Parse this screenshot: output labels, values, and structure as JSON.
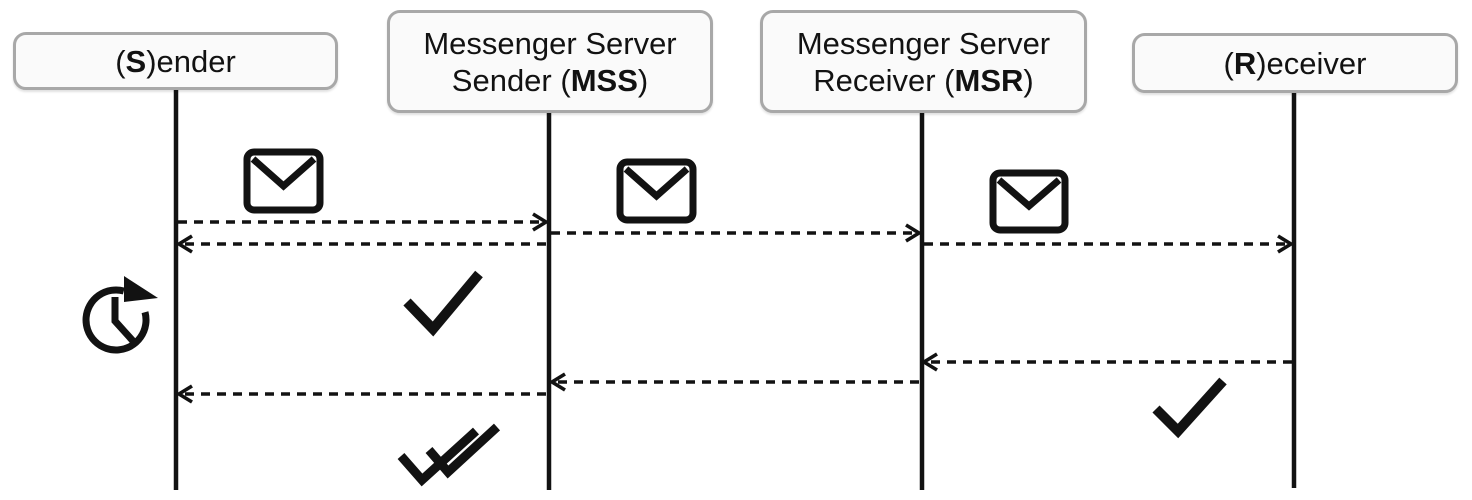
{
  "diagram": {
    "type": "sequence-diagram",
    "background": "#ffffff"
  },
  "actors": [
    {
      "id": "sender",
      "pre": "(",
      "bold": "S",
      "post": ")ender"
    },
    {
      "id": "mss",
      "line1": "Messenger Server",
      "line2_pre": "Sender (",
      "line2_bold": "MSS",
      "line2_post": ")"
    },
    {
      "id": "msr",
      "line1": "Messenger Server",
      "line2_pre": "Receiver (",
      "line2_bold": "MSR",
      "line2_post": ")"
    },
    {
      "id": "receiver",
      "pre": "(",
      "bold": "R",
      "post": ")eceiver"
    }
  ],
  "messages": [
    {
      "from": "sender",
      "to": "mss",
      "style": "dashed",
      "icon": "envelope-icon"
    },
    {
      "from": "mss",
      "to": "sender",
      "style": "dashed",
      "icon": ""
    },
    {
      "from": "mss",
      "to": "msr",
      "style": "dashed",
      "icon": "envelope-icon"
    },
    {
      "from": "msr",
      "to": "receiver",
      "style": "dashed",
      "icon": "envelope-icon"
    },
    {
      "from": "receiver",
      "to": "msr",
      "style": "dashed",
      "icon": ""
    },
    {
      "from": "msr",
      "to": "mss",
      "style": "dashed",
      "icon": ""
    },
    {
      "from": "mss",
      "to": "sender",
      "style": "dashed",
      "icon": ""
    }
  ],
  "icons": {
    "envelope": "envelope-icon",
    "single_check": "check-icon",
    "double_check": "double-check-icon",
    "clock": "clock-timer-icon"
  },
  "colors": {
    "line": "#121212",
    "box_border": "#a8a8a8",
    "box_fill": "#fafafa",
    "text": "#121212"
  }
}
